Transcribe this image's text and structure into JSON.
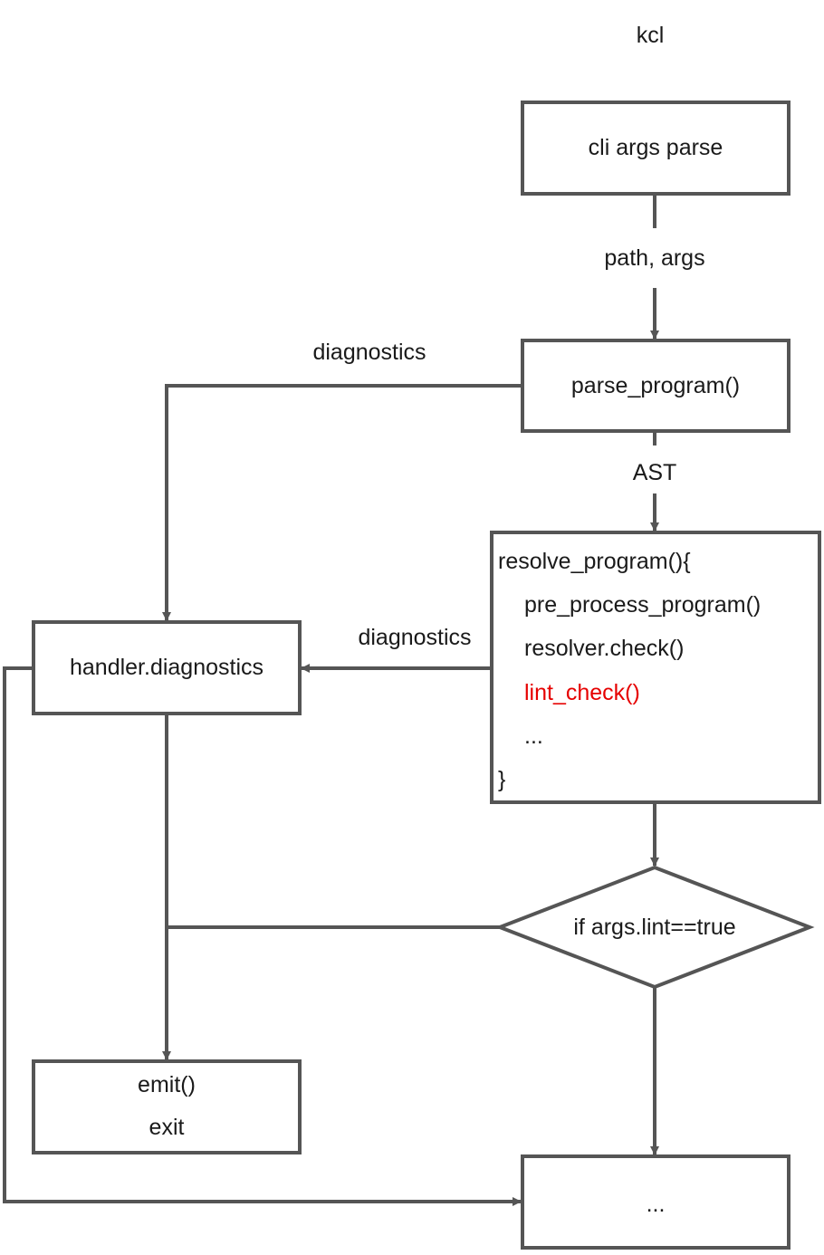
{
  "title": "kcl",
  "nodes": {
    "cli": "cli args parse",
    "parse": "parse_program()",
    "resolve": {
      "lines": [
        "resolve_program(){",
        "pre_process_program()",
        "resolver.check()",
        "lint_check()",
        "...",
        "}"
      ]
    },
    "handler": "handler.diagnostics",
    "decision": "if args.lint==true",
    "emit": [
      "emit()",
      "exit"
    ],
    "next": "..."
  },
  "edge_labels": {
    "path_args": "path, args",
    "ast": "AST",
    "diag_parse": "diagnostics",
    "diag_resolve": "diagnostics"
  },
  "colors": {
    "line": "#555555",
    "highlight": "#e60000"
  }
}
